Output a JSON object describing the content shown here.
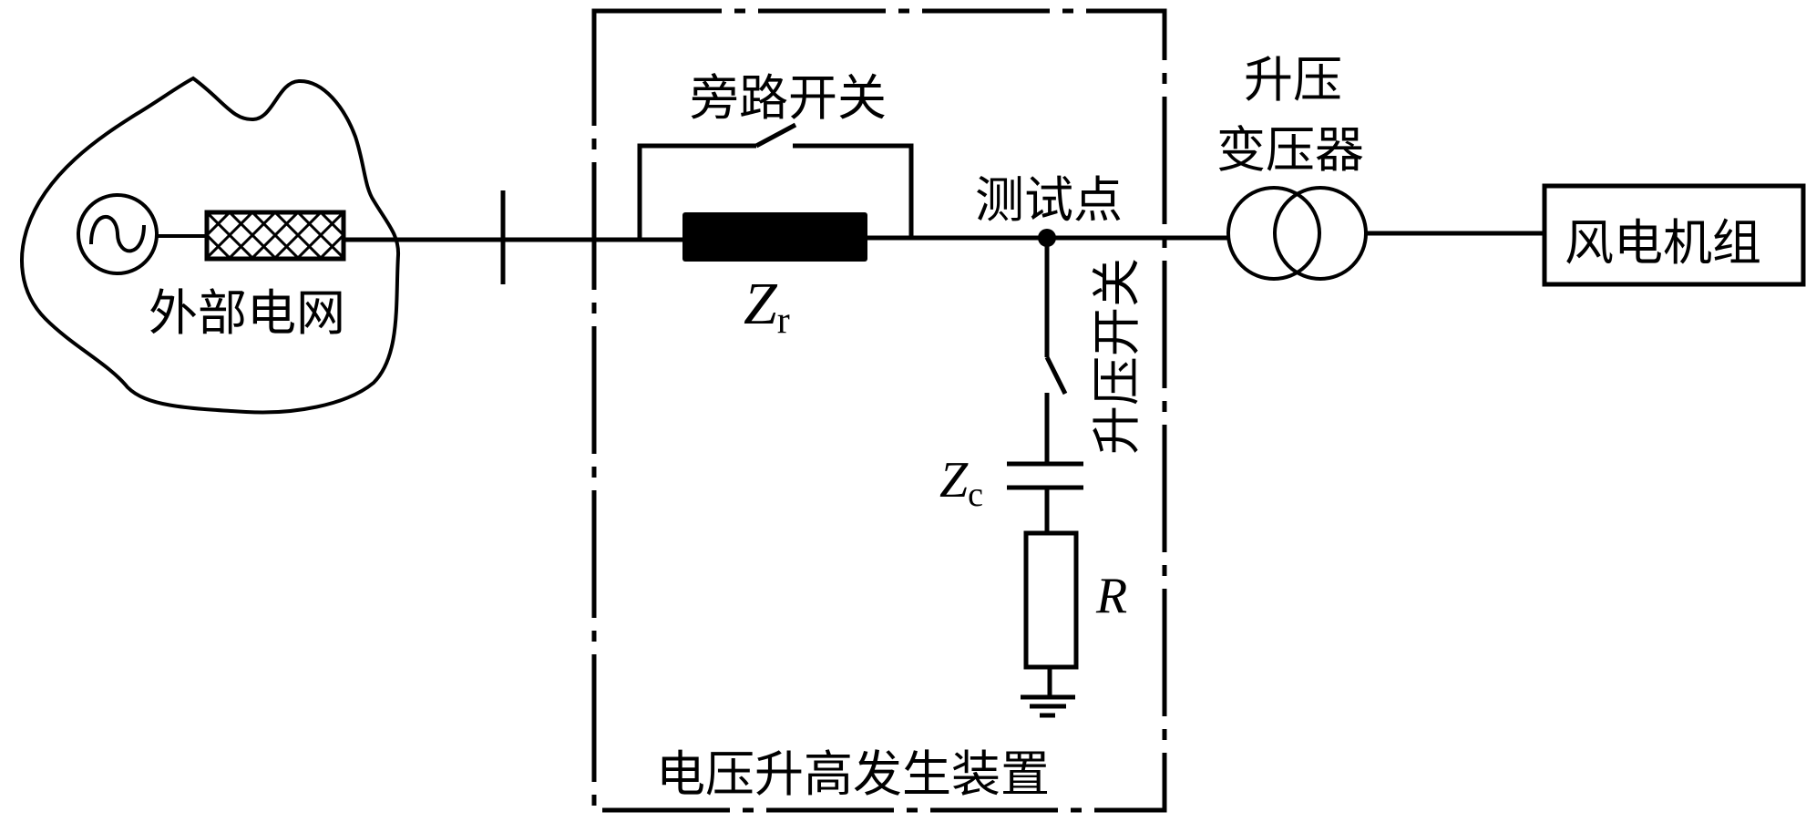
{
  "labels": {
    "external_grid": "外部电网",
    "bypass_switch": "旁路开关",
    "test_point": "测试点",
    "step_up_transformer_line1": "升压",
    "step_up_transformer_line2": "变压器",
    "wind_turbine": "风电机组",
    "boost_switch": "升压开关",
    "device_name": "电压升高发生装置"
  },
  "symbols": {
    "series_impedance": {
      "main": "Z",
      "sub": "r"
    },
    "shunt_impedance": {
      "main": "Z",
      "sub": "c"
    },
    "resistor": "R"
  },
  "icons": {
    "ac_source": "ac-source-icon",
    "grid_impedance": "hatched-impedance-icon",
    "transformer": "two-winding-transformer-icon",
    "ground": "ground-icon",
    "switch": "open-switch-icon"
  },
  "colors": {
    "line": "#000000",
    "background": "#ffffff"
  }
}
